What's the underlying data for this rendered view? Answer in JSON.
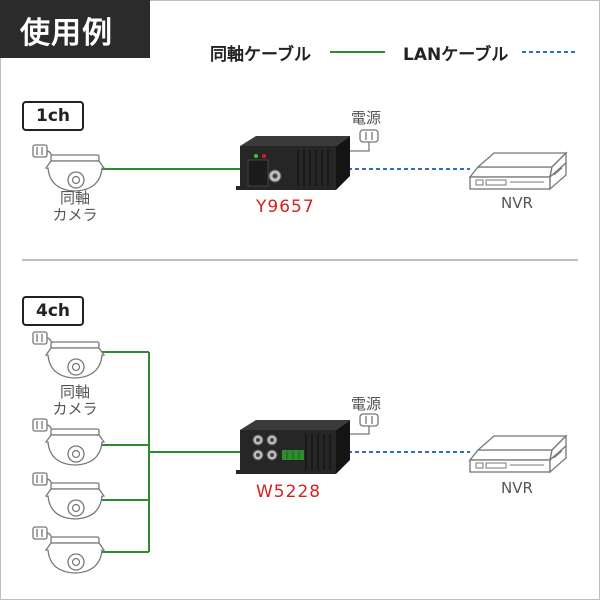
{
  "title": "使用例",
  "legend": {
    "coax": {
      "label": "同軸ケーブル",
      "color": "#2e8b2e"
    },
    "lan": {
      "label": "LANケーブル",
      "color": "#2a6fc0"
    }
  },
  "sections": [
    {
      "channel_label": "1ch",
      "camera_label_line1": "同軸",
      "camera_label_line2": "カメラ",
      "power_label": "電源",
      "model": "Y9657",
      "nvr_label": "NVR"
    },
    {
      "channel_label": "4ch",
      "camera_label_line1": "同軸",
      "camera_label_line2": "カメラ",
      "power_label": "電源",
      "model": "W5228",
      "nvr_label": "NVR"
    }
  ],
  "colors": {
    "model_text": "#d81e1e",
    "title_bg": "#2b2b2b"
  },
  "icons": [
    "dome-camera-icon",
    "encoder-box-icon",
    "nvr-recorder-icon",
    "power-plug-icon"
  ]
}
